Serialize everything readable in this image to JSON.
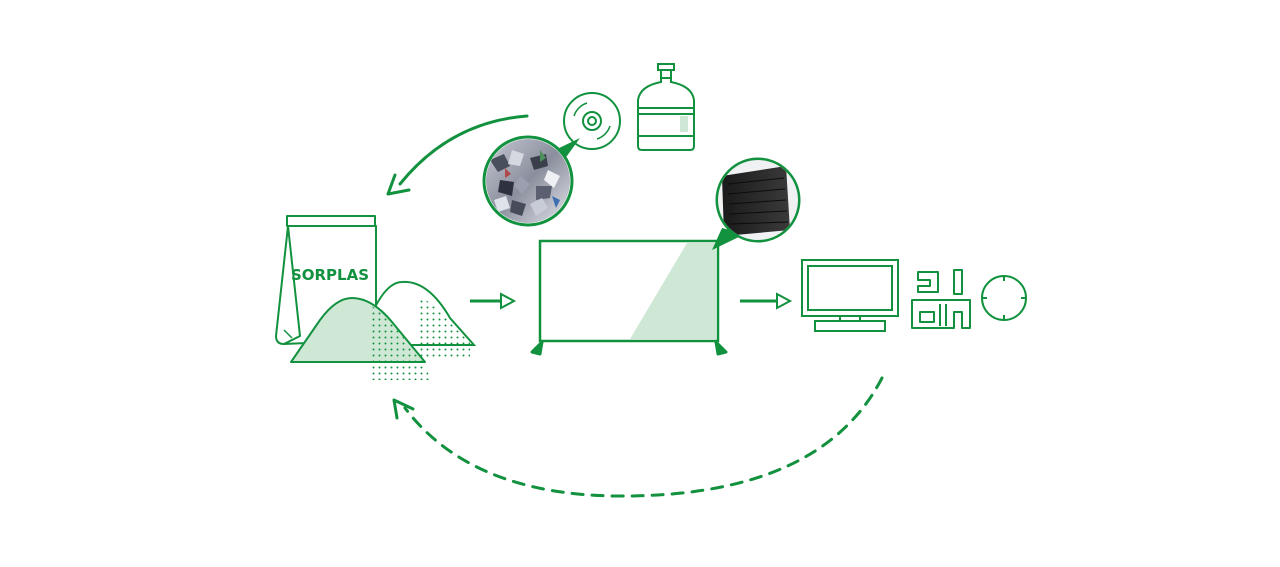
{
  "diagram": {
    "bag_label": "SORPLAS",
    "colors": {
      "primary": "#12913f",
      "fill_light": "#cfe8d6",
      "dark_panel": "#222222",
      "background": "#ffffff"
    },
    "icons": [
      "compact-disc-icon",
      "water-jug-icon",
      "plastic-flakes-photo-icon",
      "tv-back-panel-photo-icon",
      "sorplas-bag-icon",
      "tv-icon",
      "monitor-icon",
      "circuit-board-icon",
      "ring-part-icon"
    ],
    "arrows": [
      "waste-to-material-arrow",
      "material-to-tv-arrow",
      "tv-to-products-arrow",
      "recycle-back-arrow"
    ]
  }
}
